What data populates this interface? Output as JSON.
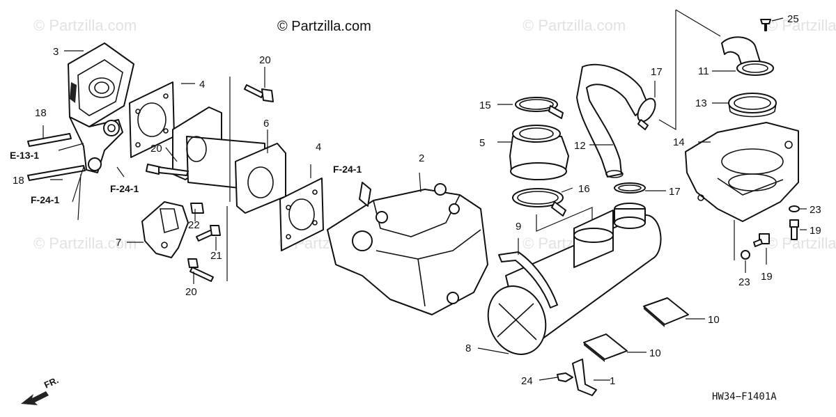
{
  "copyright": "© Partzilla.com",
  "watermark": "© Partzilla.com",
  "diagram_code": "HW34−F1401A",
  "front_label": "FR.",
  "refs": {
    "e13": "E-13-1",
    "f24_a": "F-24-1",
    "f24_b": "F-24-1",
    "f24_c": "F-24-1"
  },
  "callouts": {
    "c1": "1",
    "c2": "2",
    "c3": "3",
    "c4a": "4",
    "c4b": "4",
    "c5": "5",
    "c6": "6",
    "c7": "7",
    "c8": "8",
    "c9": "9",
    "c10a": "10",
    "c10b": "10",
    "c11": "11",
    "c12": "12",
    "c13": "13",
    "c14": "14",
    "c15": "15",
    "c16": "16",
    "c17a": "17",
    "c17b": "17",
    "c18a": "18",
    "c18b": "18",
    "c19a": "19",
    "c19b": "19",
    "c20a": "20",
    "c20b": "20",
    "c20c": "20",
    "c21": "21",
    "c22": "22",
    "c23a": "23",
    "c23b": "23",
    "c24": "24",
    "c25": "25"
  }
}
